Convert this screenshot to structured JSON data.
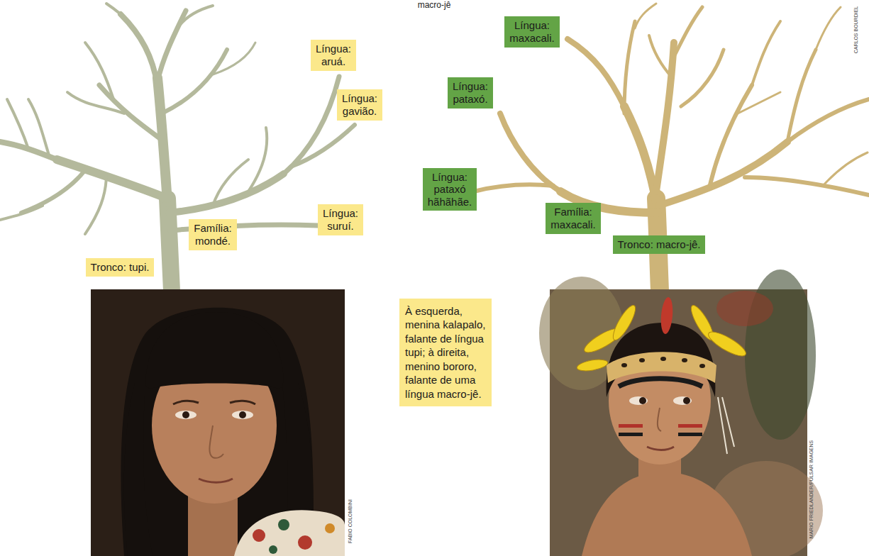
{
  "diagram": {
    "nodes": [
      {
        "text": [
          "Língua: aruá."
        ]
      },
      {
        "text": [
          "Língua: gavião."
        ]
      },
      {
        "text": [
          "Família: mondé."
        ]
      },
      {
        "text": [
          "Língua: suruí."
        ]
      },
      {
        "text": [
          "Tronco: tupi."
        ]
      },
      {
        "text": [
          "Língua: maxacali."
        ]
      },
      {
        "text": [
          "Língua: pataxó."
        ]
      },
      {
        "text": [
          "Língua: pataxó hãhãhãe."
        ]
      },
      {
        "text": [
          "Família: maxacali."
        ]
      },
      {
        "text": [
          "Tronco: macro-jê."
        ]
      },
      {
        "text": [
          "À esquerda, menina kalapalo, falante de língua tupi; à direita, menino bororo, falante de uma língua macro-jê."
        ]
      }
    ],
    "labels": [
      "macro-jê",
      "CARLOS BOURDIEL",
      "FABIO COLOMBINI",
      "MARIO FRIEDLANDER/PULSAR IMAGENS"
    ]
  }
}
